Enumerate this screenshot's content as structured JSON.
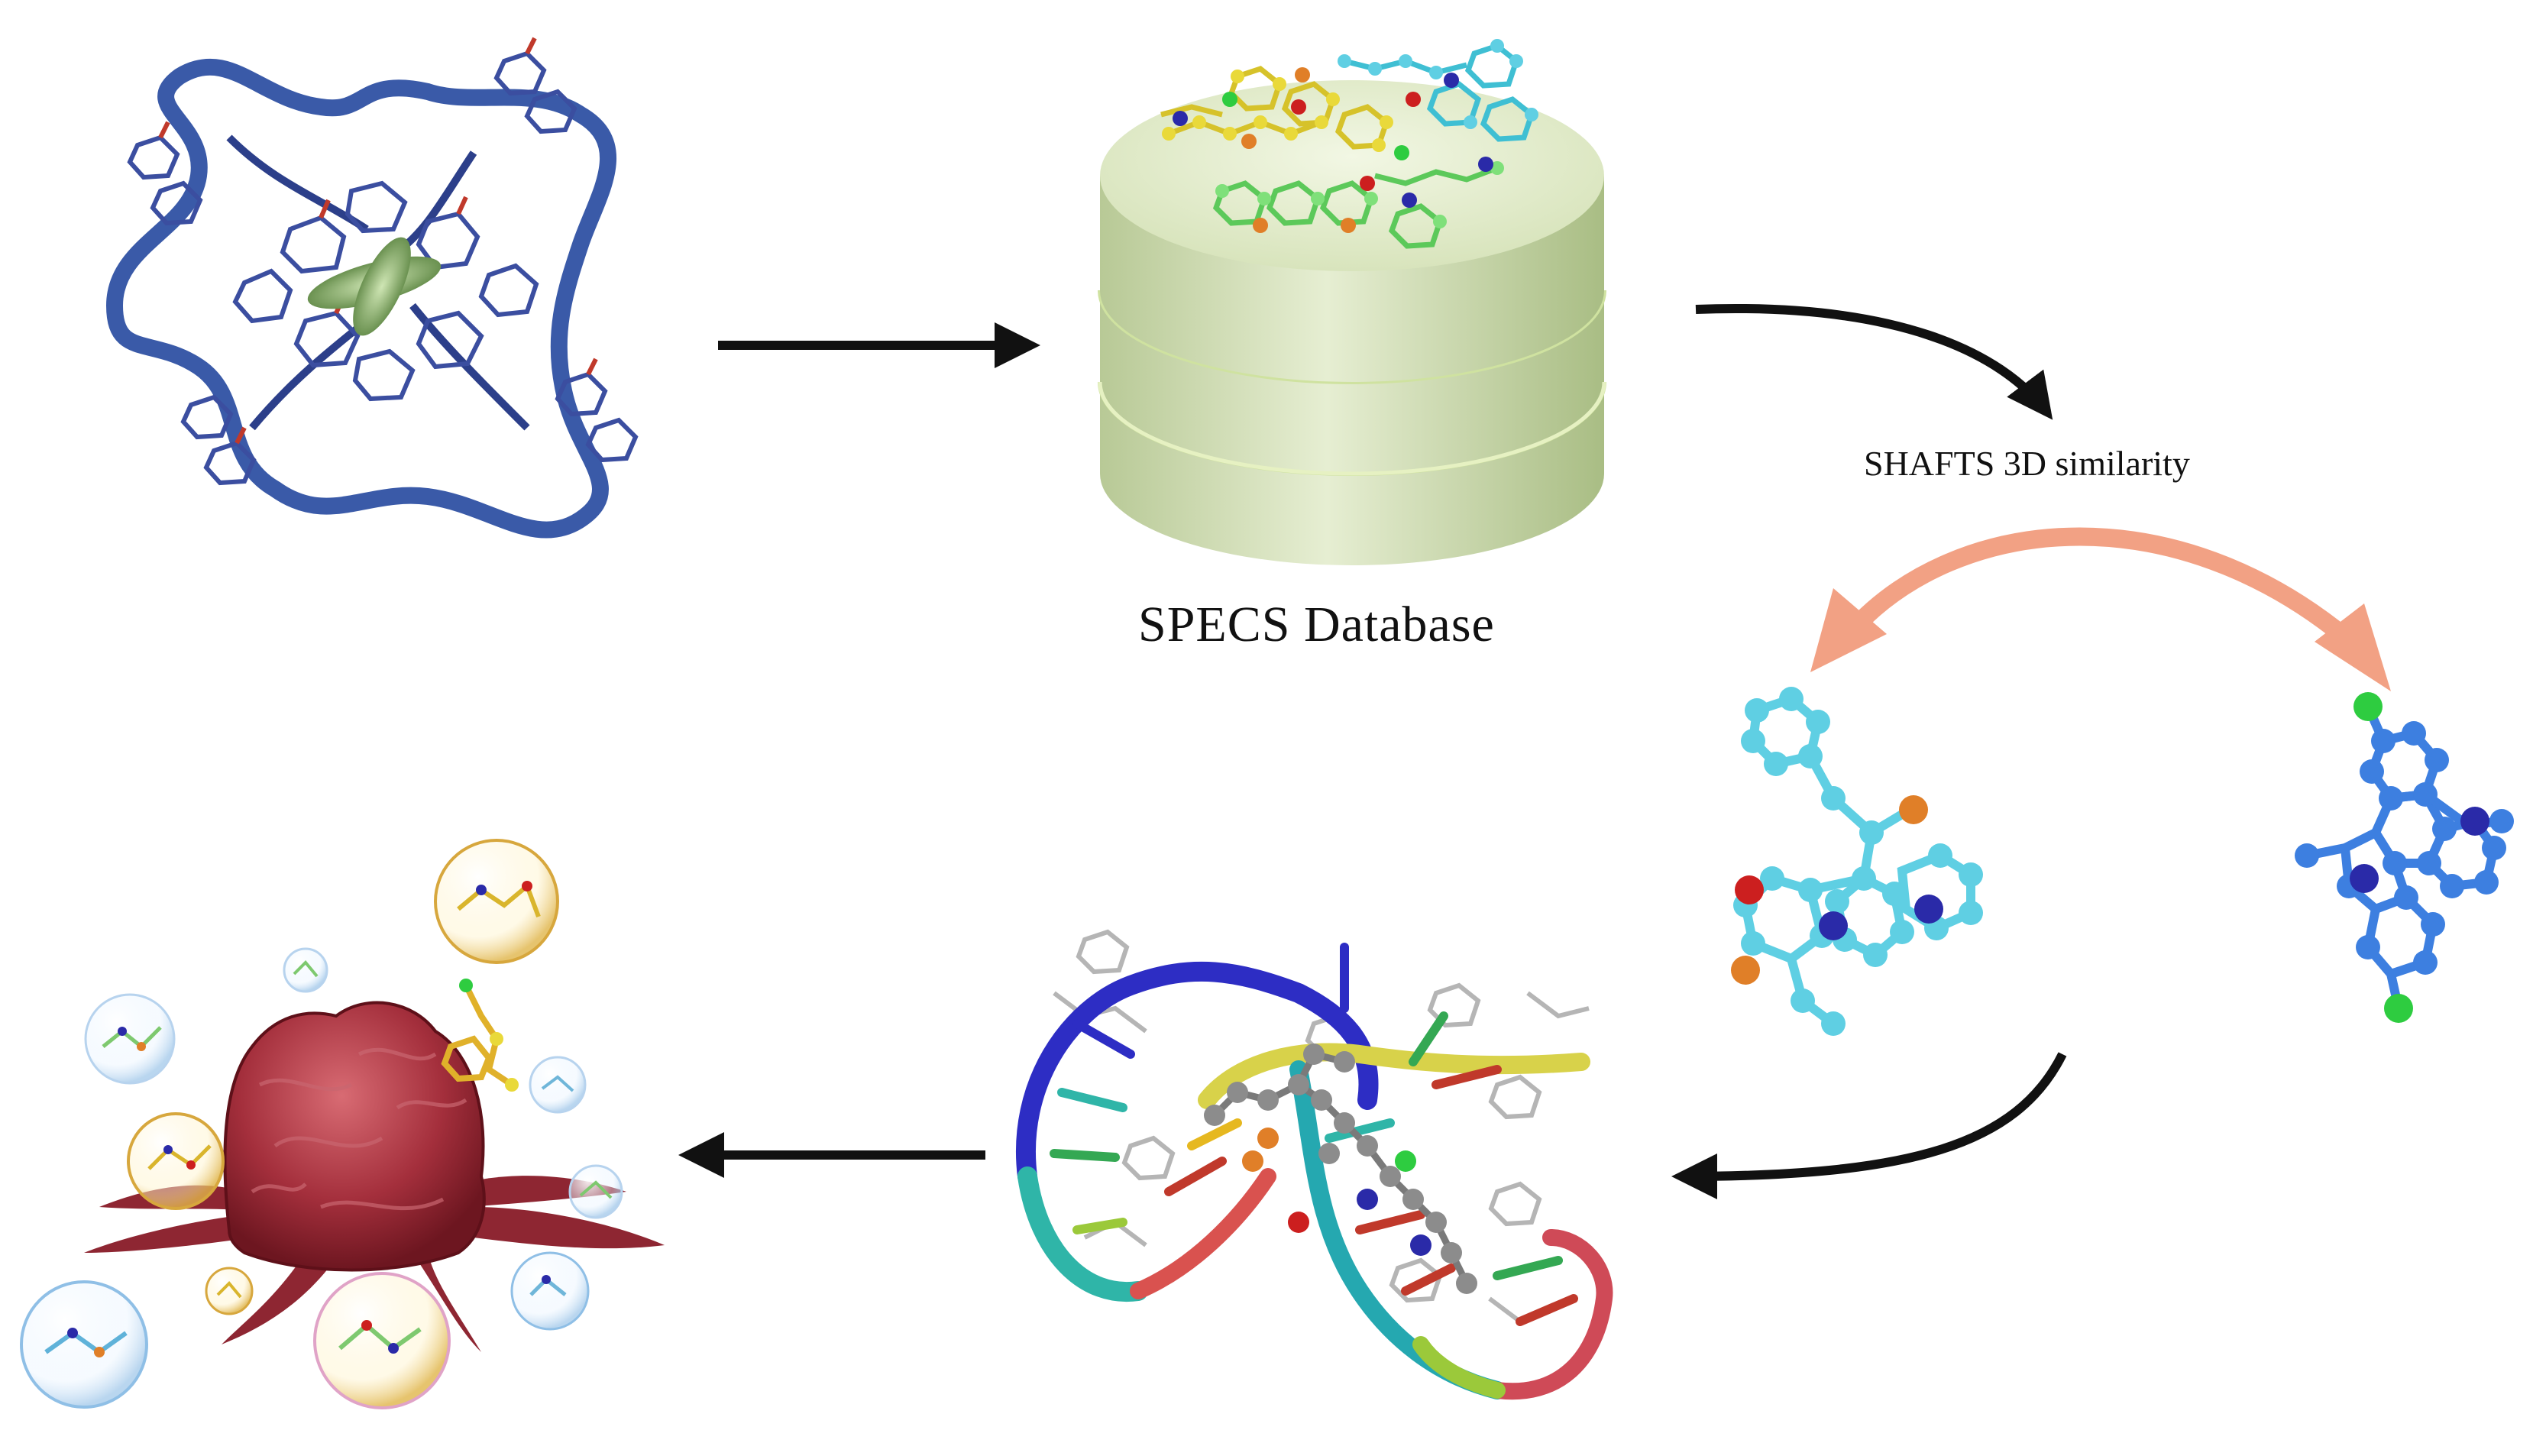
{
  "labels": {
    "database": "SPECS Database",
    "similarity": "SHAFTS 3D similarity"
  },
  "colors": {
    "arrow": "#111111",
    "similarity_arrow": "#f2a184",
    "dna_backbone": "#3a5aa8",
    "db_cylinder": "#d7e3bd",
    "db_rim": "#b9cc8f",
    "carbon_cyan": "#5fcfe3",
    "carbon_blue": "#3d7fe0",
    "carbon_yellow": "#e9d93a",
    "carbon_green": "#7fe07a",
    "oxygen": "#cc1f1f",
    "nitrogen": "#2a2aa8",
    "sulfur": "#e07f28",
    "chlorine": "#2ecc40",
    "tumor": "#9c2a35"
  },
  "panels": [
    {
      "id": "g-quadruplex-target",
      "icon": "dna-g-quadruplex-icon"
    },
    {
      "id": "compound-database",
      "icon": "database-cylinder-icon"
    },
    {
      "id": "query-and-hit-molecules",
      "icon": "molecule-icon"
    },
    {
      "id": "docking-complex",
      "icon": "dna-ribbon-complex-icon"
    },
    {
      "id": "tumor-cell",
      "icon": "tumor-cell-icon"
    }
  ]
}
